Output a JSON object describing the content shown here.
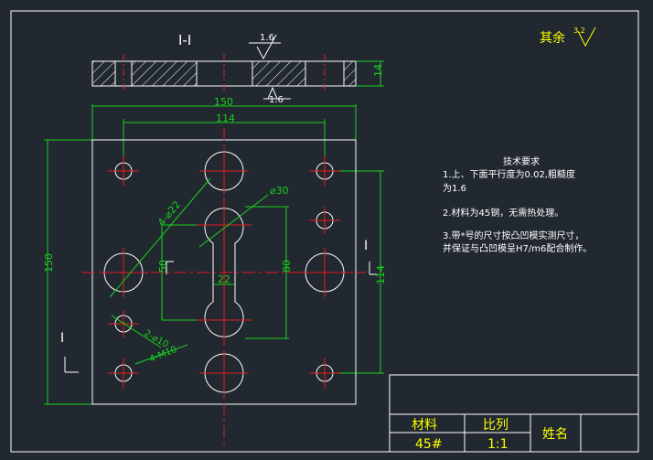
{
  "colors": {
    "background": "#212830",
    "outline": "#ffffff",
    "dimension": "#19d21e",
    "centerline": "#e81d1d",
    "hatch": "#ffffff",
    "note": "#ffffff",
    "title_text": "#ffff00",
    "roughness_text": "#ffff00"
  },
  "roughness": {
    "label": "其余",
    "value": "3.2"
  },
  "section": {
    "title": "I-I",
    "roughness_top": "1.6",
    "roughness_bottom": "1.6",
    "thickness": "14"
  },
  "dimensions": {
    "overall_width": "150",
    "hole_spacing": "114",
    "overall_height": "150",
    "vertical_spacing": "114",
    "slot_height": "80",
    "slot_neck_width": "22",
    "hole_diameter": "⌀30",
    "pattern_label": "50",
    "holes_4_phi22": "4-⌀22",
    "holes_2_phi10": "2-⌀10",
    "holes_4_m10": "4-M10"
  },
  "section_marks": {
    "right": "I",
    "bottom_left": "I"
  },
  "notes": {
    "title": "技术要求",
    "lines": [
      "1.上、下面平行度为0.02,粗糙度",
      "为1.6",
      "",
      "2.材料为45钢，无需热处理。",
      "",
      "3.带*号的尺寸按凸凹模实测尺寸，",
      "并保证与凸凹模呈H7/m6配合制作。"
    ]
  },
  "title_block": {
    "material_label": "材料",
    "material_value": "45#",
    "scale_label": "比列",
    "scale_value": "1:1",
    "name_label": "姓名"
  }
}
